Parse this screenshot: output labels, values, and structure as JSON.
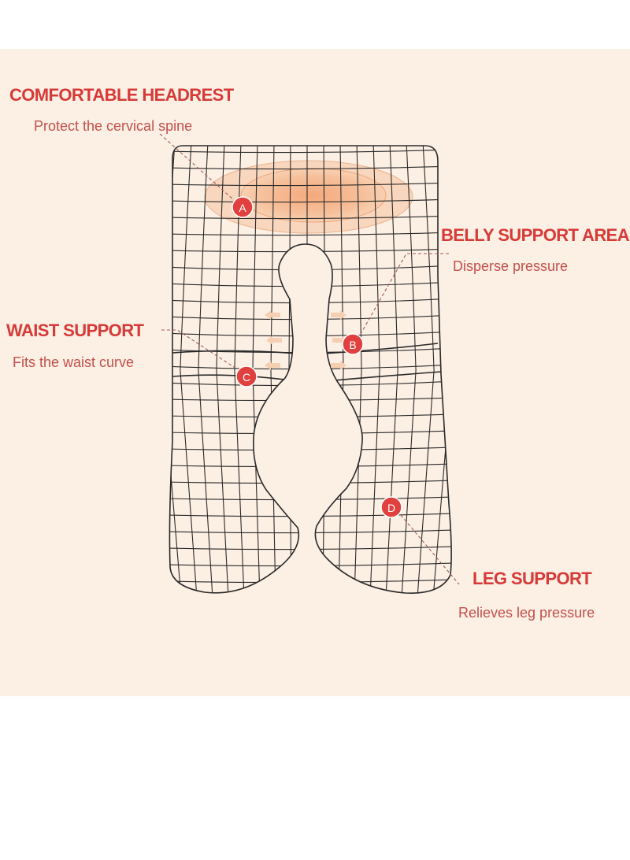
{
  "features": [
    {
      "marker": "A",
      "title": "COMFORTABLE HEADREST",
      "description": "Protect the cervical spine"
    },
    {
      "marker": "B",
      "title": "BELLY SUPPORT AREA",
      "description": "Disperse pressure"
    },
    {
      "marker": "C",
      "title": "WAIST SUPPORT",
      "description": "Fits the waist curve"
    },
    {
      "marker": "D",
      "title": "LEG SUPPORT",
      "description": "Relieves leg pressure"
    }
  ],
  "colors": {
    "background": "#fcefe4",
    "accent": "#d63a37",
    "badge": "#e0413e",
    "grid_line": "#2a2a2a",
    "headrest_glow": "#f4b78e",
    "pressure_arrow": "#f6cfb3"
  }
}
